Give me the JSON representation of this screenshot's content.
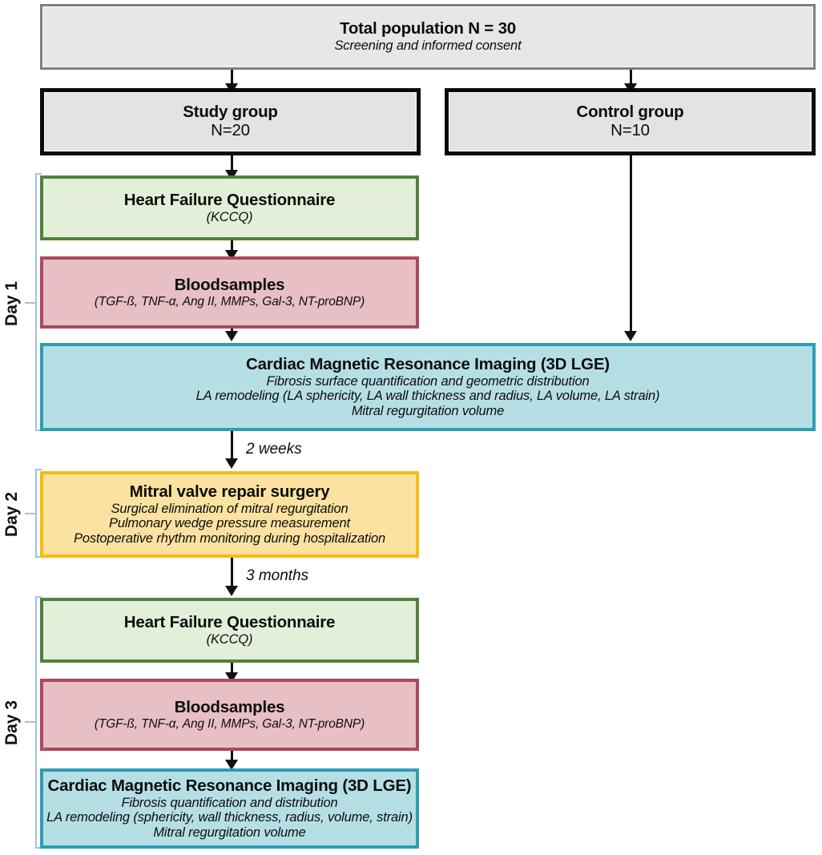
{
  "diagram": {
    "title": "Study protocol flowchart",
    "colors": {
      "gray_fill": "#e7e7e7",
      "gray_border": "#7f7f7f",
      "black_border": "#0a0a0a",
      "green_fill": "#e2efd9",
      "green_border": "#53813a",
      "pink_fill": "#e8bfc5",
      "pink_border": "#ab4a5a",
      "blue_fill": "#b5dfe5",
      "blue_border": "#2f9cb5",
      "yellow_fill": "#fce2a0",
      "yellow_border": "#f5bb13",
      "bracket": "#9dc3e6",
      "connector": "#111111"
    }
  },
  "nodes": {
    "total_population": {
      "title": "Total population N = 30",
      "sub1": "Screening and informed consent"
    },
    "study_group": {
      "title": "Study group",
      "sub1": "N=20"
    },
    "control_group": {
      "title": "Control group",
      "sub1": "N=10"
    },
    "hf_questionnaire_day1": {
      "title": "Heart Failure Questionnaire",
      "sub1": "(KCCQ)"
    },
    "bloodsamples_day1": {
      "title": "Bloodsamples",
      "sub1": "(TGF-ß, TNF-α, Ang II, MMPs, Gal-3, NT-proBNP)"
    },
    "cmr_day1": {
      "title": "Cardiac Magnetic Resonance Imaging (3D LGE)",
      "sub1": "Fibrosis surface quantification and geometric distribution",
      "sub2": "LA remodeling (LA sphericity, LA wall thickness and radius, LA volume, LA strain)",
      "sub3": "Mitral regurgitation volume"
    },
    "surgery_day2": {
      "title": "Mitral valve repair surgery",
      "sub1": "Surgical elimination of mitral regurgitation",
      "sub2": "Pulmonary wedge pressure measurement",
      "sub3": "Postoperative rhythm monitoring during hospitalization"
    },
    "hf_questionnaire_day3": {
      "title": "Heart Failure Questionnaire",
      "sub1": "(KCCQ)"
    },
    "bloodsamples_day3": {
      "title": "Bloodsamples",
      "sub1": "(TGF-ß, TNF-α, Ang II, MMPs, Gal-3, NT-proBNP)"
    },
    "cmr_day3": {
      "title": "Cardiac Magnetic Resonance Imaging (3D LGE)",
      "sub1": "Fibrosis quantification and distribution",
      "sub2": "LA remodeling (sphericity, wall thickness, radius, volume, strain)",
      "sub3": "Mitral regurgitation volume"
    }
  },
  "timings": {
    "two_weeks": "2 weeks",
    "three_months": "3 months"
  },
  "day_labels": {
    "day1": "Day 1",
    "day2": "Day 2",
    "day3": "Day 3"
  }
}
